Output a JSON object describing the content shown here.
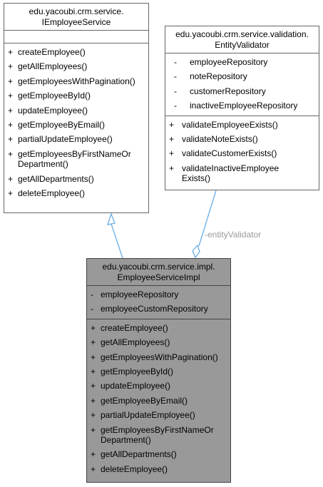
{
  "interface": {
    "title_line1": "edu.yacoubi.crm.service.",
    "title_line2": "IEmployeeService",
    "methods": [
      {
        "vis": "+",
        "name": "createEmployee()"
      },
      {
        "vis": "+",
        "name": "getAllEmployees()"
      },
      {
        "vis": "+",
        "name": "getEmployeesWithPagination()"
      },
      {
        "vis": "+",
        "name": "getEmployeeById()"
      },
      {
        "vis": "+",
        "name": "updateEmployee()"
      },
      {
        "vis": "+",
        "name": "getEmployeeByEmail()"
      },
      {
        "vis": "+",
        "name": "partialUpdateEmployee()"
      },
      {
        "vis": "+",
        "name": "getEmployeesByFirstNameOrDepartment()",
        "line1": "getEmployeesByFirstNameOr",
        "line2": "Department()"
      },
      {
        "vis": "+",
        "name": "getAllDepartments()"
      },
      {
        "vis": "+",
        "name": "deleteEmployee()"
      }
    ]
  },
  "validator": {
    "title_line1": "edu.yacoubi.crm.service.validation.",
    "title_line2": "EntityValidator",
    "attributes": [
      {
        "vis": "-",
        "name": "employeeRepository"
      },
      {
        "vis": "-",
        "name": "noteRepository"
      },
      {
        "vis": "-",
        "name": "customerRepository"
      },
      {
        "vis": "-",
        "name": "inactiveEmployeeRepository"
      }
    ],
    "methods": [
      {
        "vis": "+",
        "name": "validateEmployeeExists()"
      },
      {
        "vis": "+",
        "name": "validateNoteExists()"
      },
      {
        "vis": "+",
        "name": "validateCustomerExists()"
      },
      {
        "vis": "+",
        "name": "validateInactiveEmployeeExists()",
        "line1": "validateInactiveEmployee",
        "line2": "Exists()"
      }
    ]
  },
  "impl": {
    "title_line1": "edu.yacoubi.crm.service.impl.",
    "title_line2": "EmployeeServiceImpl",
    "attributes": [
      {
        "vis": "-",
        "name": "employeeRepository"
      },
      {
        "vis": "-",
        "name": "employeeCustomRepository"
      }
    ],
    "methods": [
      {
        "vis": "+",
        "name": "createEmployee()"
      },
      {
        "vis": "+",
        "name": "getAllEmployees()"
      },
      {
        "vis": "+",
        "name": "getEmployeesWithPagination()"
      },
      {
        "vis": "+",
        "name": "getEmployeeById()"
      },
      {
        "vis": "+",
        "name": "updateEmployee()"
      },
      {
        "vis": "+",
        "name": "getEmployeeByEmail()"
      },
      {
        "vis": "+",
        "name": "partialUpdateEmployee()"
      },
      {
        "vis": "+",
        "name": "getEmployeesByFirstNameOrDepartment()",
        "line1": "getEmployeesByFirstNameOr",
        "line2": "Department()"
      },
      {
        "vis": "+",
        "name": "getAllDepartments()"
      },
      {
        "vis": "+",
        "name": "deleteEmployee()"
      }
    ]
  },
  "relations": {
    "aggregation_label": "-entityValidator"
  },
  "colors": {
    "edge": "#6baee8",
    "highlight_fill": "#999999",
    "border": "#666666"
  }
}
